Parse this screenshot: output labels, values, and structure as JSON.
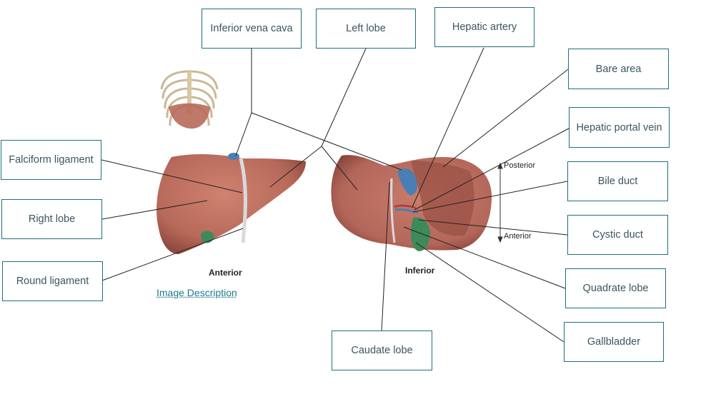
{
  "labels": {
    "inferior_vena_cava": "Inferior vena cava",
    "left_lobe": "Left lobe",
    "hepatic_artery": "Hepatic artery",
    "bare_area": "Bare area",
    "hepatic_portal_vein": "Hepatic portal vein",
    "falciform_ligament": "Falciform ligament",
    "bile_duct": "Bile duct",
    "right_lobe": "Right lobe",
    "cystic_duct": "Cystic duct",
    "round_ligament": "Round ligament",
    "quadrate_lobe": "Quadrate lobe",
    "gallbladder": "Gallbladder",
    "caudate_lobe": "Caudate lobe"
  },
  "captions": {
    "anterior_view": "Anterior",
    "inferior_view": "Inferior",
    "posterior_axis": "Posterior",
    "anterior_axis": "Anterior"
  },
  "link": {
    "image_description": "Image Description"
  },
  "colors": {
    "liver": "#b86a5a",
    "liver_dark": "#8f4a3e",
    "vein_blue": "#4a7fb5",
    "gallbladder_green": "#3f8a5a",
    "border_teal": "#1f6f7f"
  }
}
